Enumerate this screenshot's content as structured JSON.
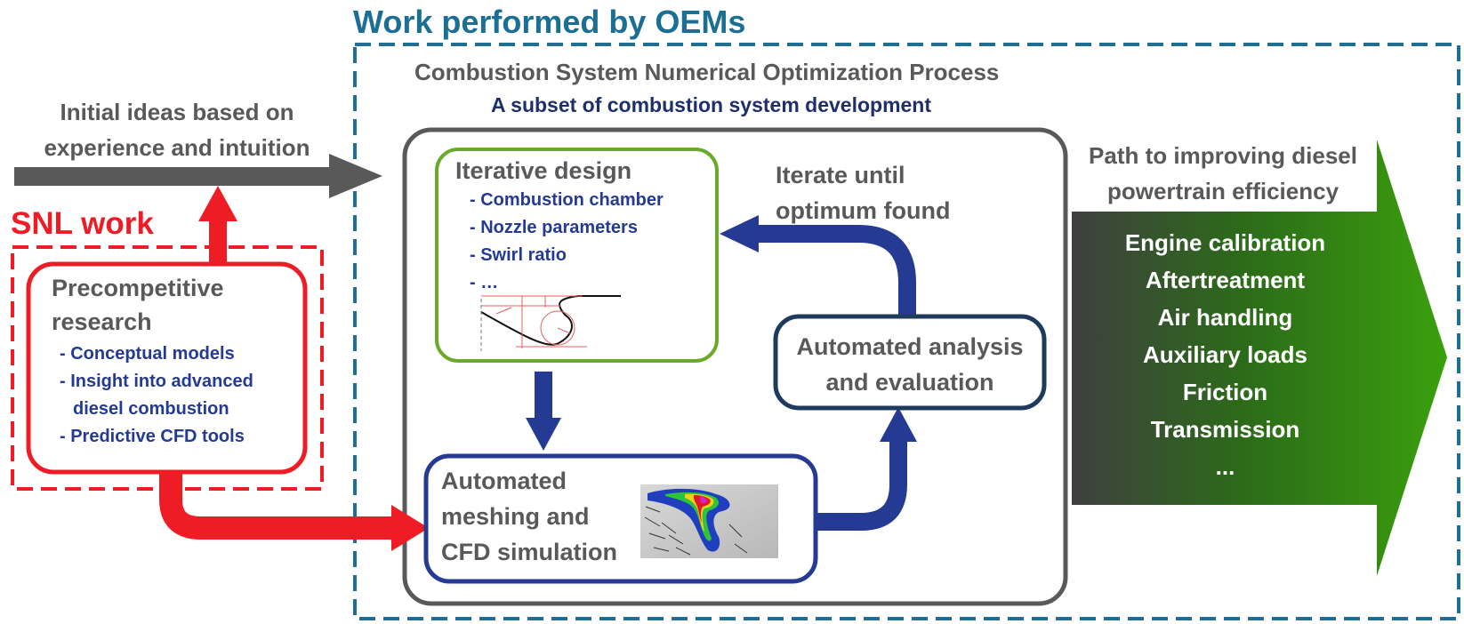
{
  "colors": {
    "oem_border": "#1f6f95",
    "snl_red": "#ee1c25",
    "process_gray": "#595959",
    "flow_blue": "#253a93",
    "iterative_green": "#6aaa2b",
    "analysis_navy": "#1e3a5c",
    "path_green": "#3a9a10"
  },
  "oem": {
    "title": "Work performed by OEMs"
  },
  "process": {
    "title": "Combustion System Numerical Optimization Process",
    "subtitle": "A subset of combustion system development"
  },
  "initial_ideas": {
    "line1": "Initial ideas based on",
    "line2": "experience and intuition"
  },
  "snl": {
    "label": "SNL work",
    "box_title_line1": "Precompetitive",
    "box_title_line2": "research",
    "items": [
      "- Conceptual models",
      "- Insight into advanced",
      "diesel combustion",
      "- Predictive CFD tools"
    ]
  },
  "iterative": {
    "title": "Iterative design",
    "items": [
      "- Combustion chamber",
      "- Nozzle parameters",
      "- Swirl ratio",
      "- …"
    ]
  },
  "iterate_label": {
    "line1": "Iterate until",
    "line2": "optimum found"
  },
  "analysis": {
    "line1": "Automated analysis",
    "line2": "and evaluation"
  },
  "meshing": {
    "line1": "Automated",
    "line2": "meshing and",
    "line3": "CFD simulation"
  },
  "path": {
    "title_line1": "Path to improving diesel",
    "title_line2": "powertrain efficiency",
    "items": [
      "Engine calibration",
      "Aftertreatment",
      "Air handling",
      "Auxiliary loads",
      "Friction",
      "Transmission",
      "..."
    ]
  }
}
